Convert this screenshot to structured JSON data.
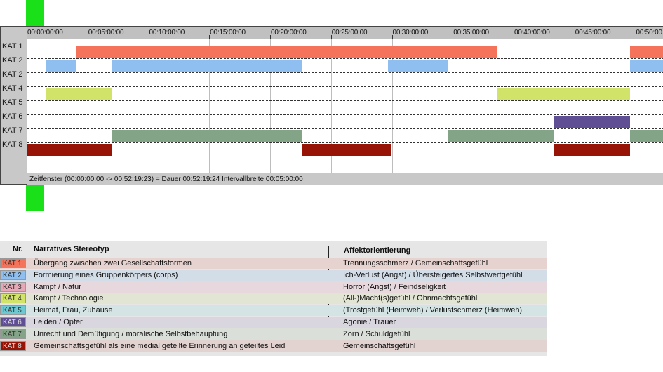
{
  "colors": {
    "kat1": "#f5735a",
    "kat2": "#8ebff0",
    "kat3": "#e6a7b6",
    "kat4": "#d2e36a",
    "kat5": "#6cc9d1",
    "kat6": "#5f4e94",
    "kat7": "#83a486",
    "kat8": "#961305",
    "marker": "#19e019"
  },
  "timeline": {
    "ticks": [
      "00:00:00:00",
      "00:05:00:00",
      "00:10:00:00",
      "00:15:00:00",
      "00:20:00:00",
      "00:25:00:00",
      "00:30:00:00",
      "00:35:00:00",
      "00:40:00:00",
      "00:45:00:00",
      "00:50:00"
    ],
    "row_labels": [
      "KAT 1",
      "KAT 2",
      "KAT 2",
      "KAT 4",
      "KAT 5",
      "KAT 6",
      "KAT 7",
      "KAT 8"
    ],
    "bars": [
      {
        "row": 0,
        "color": "kat1",
        "start_min": 4.0,
        "end_min": 38.6
      },
      {
        "row": 0,
        "color": "kat1",
        "start_min": 49.5,
        "end_min": 52.3
      },
      {
        "row": 1,
        "color": "kat2",
        "start_min": 1.5,
        "end_min": 4.0
      },
      {
        "row": 1,
        "color": "kat2",
        "start_min": 6.9,
        "end_min": 22.6
      },
      {
        "row": 1,
        "color": "kat2",
        "start_min": 29.6,
        "end_min": 34.5
      },
      {
        "row": 1,
        "color": "kat2",
        "start_min": 49.5,
        "end_min": 52.3
      },
      {
        "row": 3,
        "color": "kat4",
        "start_min": 1.5,
        "end_min": 6.9
      },
      {
        "row": 3,
        "color": "kat4",
        "start_min": 38.6,
        "end_min": 49.5
      },
      {
        "row": 5,
        "color": "kat6",
        "start_min": 43.2,
        "end_min": 49.5
      },
      {
        "row": 6,
        "color": "kat7",
        "start_min": 6.9,
        "end_min": 22.6
      },
      {
        "row": 6,
        "color": "kat7",
        "start_min": 34.5,
        "end_min": 43.2
      },
      {
        "row": 6,
        "color": "kat7",
        "start_min": 49.5,
        "end_min": 52.3
      },
      {
        "row": 7,
        "color": "kat8",
        "start_min": 0.0,
        "end_min": 6.9
      },
      {
        "row": 7,
        "color": "kat8",
        "start_min": 22.6,
        "end_min": 29.9
      },
      {
        "row": 7,
        "color": "kat8",
        "start_min": 43.2,
        "end_min": 49.5
      }
    ],
    "status_text": "Zeitfenster (00:00:00:00 -> 00:52:19:23) = Dauer 00:52:19:24    Intervallbreite 00:05:00:00"
  },
  "legend": {
    "header_nr": "Nr.",
    "header_narratives": "Narratives Stereotyp",
    "header_affekt": "Affektorientierung",
    "rows": [
      {
        "kat": "KAT 1",
        "color": "kat1",
        "bg": "#e6d2cf",
        "narrative": "Übergang zwischen zwei Gesellschaftsformen",
        "affekt": "Trennungsschmerz / Gemeinschaftsgefühl"
      },
      {
        "kat": "KAT 2",
        "color": "kat2",
        "bg": "#d3dde8",
        "narrative": "Formierung eines Gruppenkörpers (corps)",
        "affekt": "Ich-Verlust (Angst) / Übersteigertes Selbstwertgefühl"
      },
      {
        "kat": "KAT 3",
        "color": "kat3",
        "bg": "#e6d8dc",
        "narrative": "Kampf / Natur",
        "affekt": "Horror (Angst) / Feindseligkeit"
      },
      {
        "kat": "KAT 4",
        "color": "kat4",
        "bg": "#e2e5d4",
        "narrative": "Kampf / Technologie",
        "affekt": "(All-)Macht(s)gefühl / Ohnmachtsgefühl"
      },
      {
        "kat": "KAT 5",
        "color": "kat5",
        "bg": "#d4e4e4",
        "narrative": "Heimat, Frau, Zuhause",
        "affekt": "(Trostgefühl (Heimweh) / Verlustschmerz (Heimweh)"
      },
      {
        "kat": "KAT 6",
        "color": "kat6",
        "bg": "#dad6e0",
        "narrative": "Leiden / Opfer",
        "affekt": "Agonie / Trauer"
      },
      {
        "kat": "KAT 7",
        "color": "kat7",
        "bg": "#dadfda",
        "narrative": "Unrecht und Demütigung / moralische Selbstbehauptung",
        "affekt": "Zorn / Schuldgefühl"
      },
      {
        "kat": "KAT 8",
        "color": "kat8",
        "bg": "#e2d2d0",
        "narrative": "Gemeinschaftsgefühl als eine medial geteilte Erinnerung an geteiltes Leid",
        "affekt": "Gemeinschaftsgefühl"
      }
    ]
  }
}
